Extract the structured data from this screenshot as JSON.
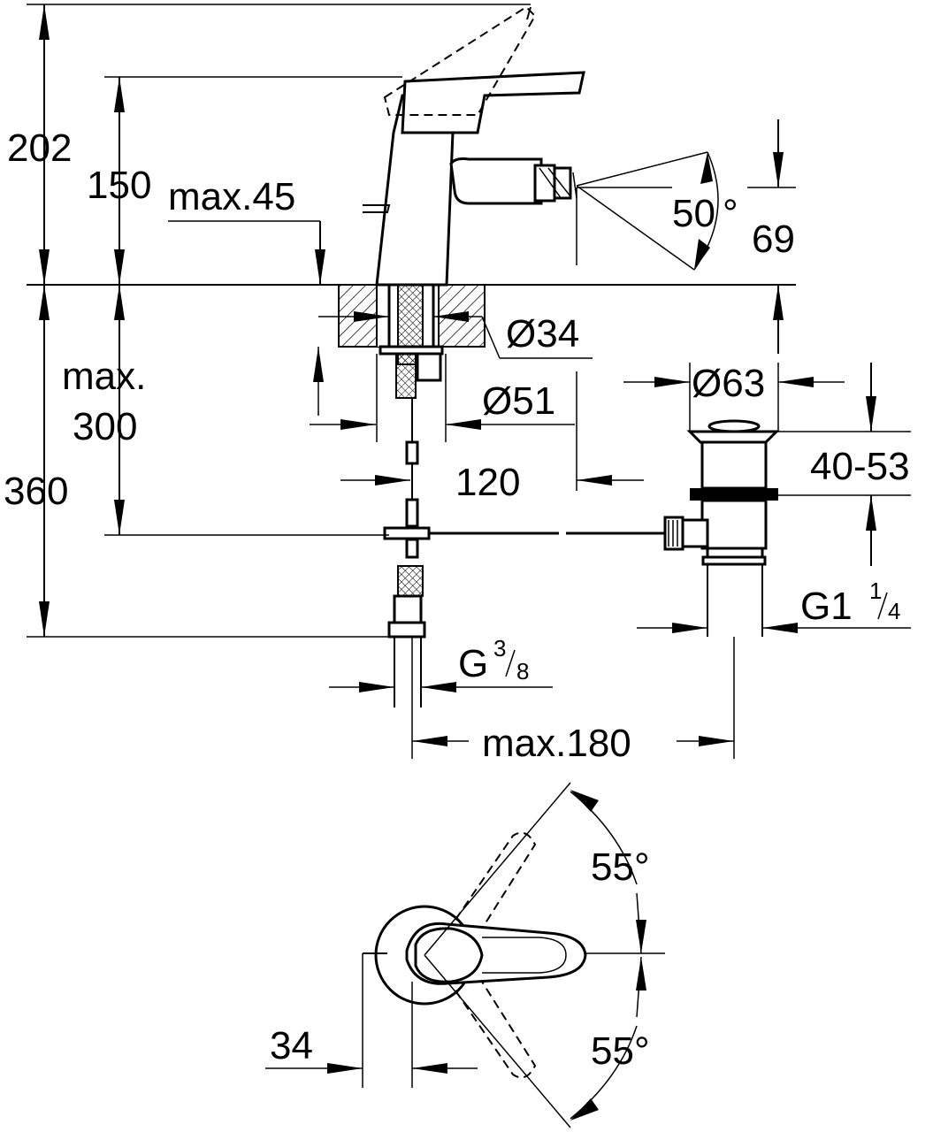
{
  "title": "Bidet mixer technical dimension drawing",
  "side_view": {
    "dim_total_height": "202",
    "dim_spout_height": "150",
    "dim_max_deck": "max.45",
    "dim_angle": "50",
    "angle_unit": "°",
    "dim_spray_height": "69",
    "dim_hole_34": "Ø34",
    "dim_hole_63": "Ø63",
    "dim_flange_51": "Ø51",
    "dim_max_label": "max.",
    "dim_max_value": "300",
    "dim_360": "360",
    "dim_120": "120",
    "dim_waste_range": "40-53",
    "thread_waste": "G1",
    "thread_waste_num": "1",
    "thread_waste_den": "4",
    "thread_inlet": "G",
    "thread_inlet_num": "3",
    "thread_inlet_den": "8",
    "dim_max180": "max.180"
  },
  "top_view": {
    "dim_34": "34",
    "angle_upper": "55°",
    "angle_lower": "55°"
  }
}
